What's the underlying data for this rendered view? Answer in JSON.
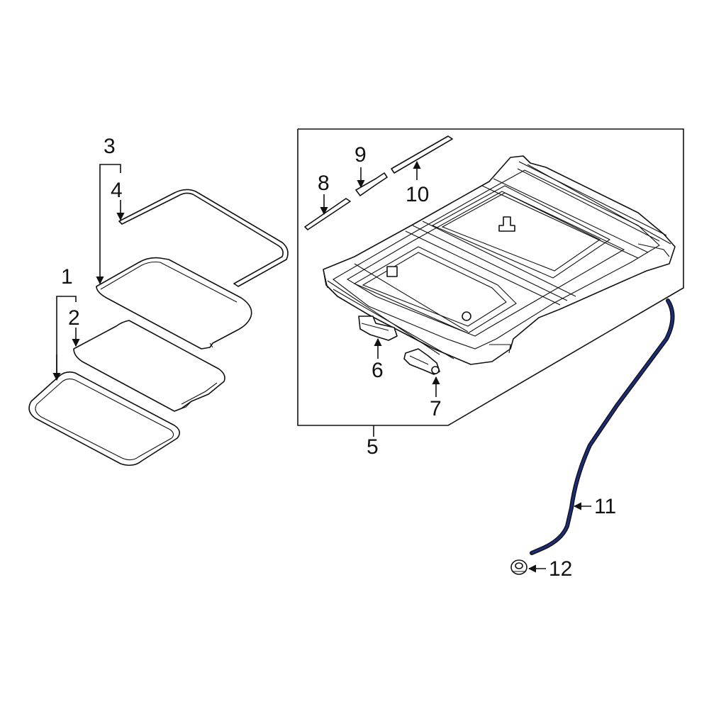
{
  "callouts": [
    {
      "id": "1",
      "label": "1"
    },
    {
      "id": "2",
      "label": "2"
    },
    {
      "id": "3",
      "label": "3"
    },
    {
      "id": "4",
      "label": "4"
    },
    {
      "id": "5",
      "label": "5"
    },
    {
      "id": "6",
      "label": "6"
    },
    {
      "id": "7",
      "label": "7"
    },
    {
      "id": "8",
      "label": "8"
    },
    {
      "id": "9",
      "label": "9"
    },
    {
      "id": "10",
      "label": "10"
    },
    {
      "id": "11",
      "label": "11"
    },
    {
      "id": "12",
      "label": "12"
    }
  ],
  "colors": {
    "line": "#111111",
    "hose": "#1b2d7a",
    "background": "#ffffff"
  }
}
